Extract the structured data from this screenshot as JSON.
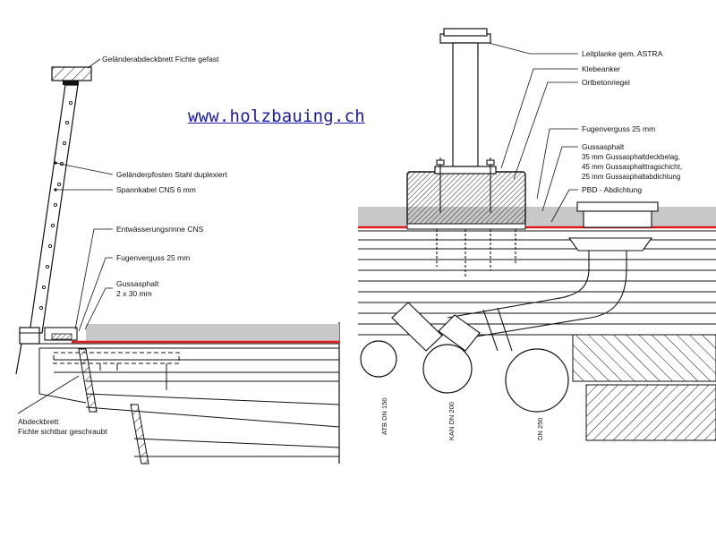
{
  "link": {
    "text": "www.holzbauing.ch"
  },
  "colors": {
    "membrane": "#e01b1b",
    "asphalt": "#c8c8c8",
    "link": "#1a1aa8",
    "line": "#111111"
  },
  "left_detail": {
    "labels": {
      "cover_board": "Geländerabdeckbrett Fichte gefast",
      "post": "Geländerpfosten Stahl duplexiert",
      "cable": "Spannkabel CNS 6 mm",
      "gutter": "Entwässerungsrinne CNS",
      "joint": "Fugenverguss 25 mm",
      "asphalt_1": "Gussasphalt",
      "asphalt_2": "2 x 30 mm",
      "fascia_1": "Abdeckbrett",
      "fascia_2": "Fichte sichtbar geschraubt"
    }
  },
  "right_detail": {
    "labels": {
      "guardrail": "Leitplanke gem. ASTRA",
      "anchor": "Klebeanker",
      "beam": "Ortbetonriegel",
      "joint": "Fugenverguss 25 mm",
      "asphalt_title": "Gussasphalt",
      "asphalt_line1": "35 mm Gussasphaltdeckbelag,",
      "asphalt_line2": "45 mm Gussasphalttragschicht,",
      "asphalt_line3": "25 mm Gussasphaltabdichtung",
      "membrane": "PBD - Abdichtung"
    },
    "pipes": [
      {
        "label": "ATB DN 150"
      },
      {
        "label": "KAN DN 200"
      },
      {
        "label": "DN 250"
      }
    ]
  }
}
